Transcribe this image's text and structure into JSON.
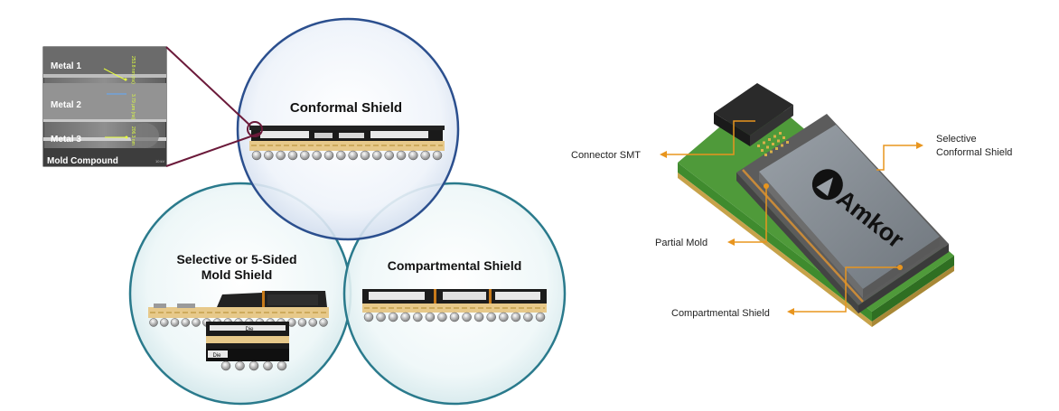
{
  "venn": {
    "conformal": "Conformal Shield",
    "selective_line1": "Selective or 5-Sided",
    "selective_line2": "Mold Shield",
    "compartmental": "Compartmental Shield"
  },
  "sem": {
    "metal1": "Metal 1",
    "metal2": "Metal 2",
    "metal3": "Metal 3",
    "mold": "Mold Compound",
    "meas1": "253.8 nm (nx)",
    "meas2": "3.79 µm (nx)",
    "meas3": "206.3 nm",
    "mode": "10 kV"
  },
  "die_labels": {
    "die_top": "Die",
    "die_bottom": "Die"
  },
  "module": {
    "brand": "Amkor",
    "callouts": {
      "connector": "Connector SMT",
      "selective_line1": "Selective",
      "selective_line2": "Conformal Shield",
      "partial_mold": "Partial Mold",
      "compartmental": "Compartmental Shield"
    }
  },
  "colors": {
    "callout": "#e8951e",
    "connector_line": "#6b1a3a",
    "circle_stroke": "#2b4f8e"
  }
}
